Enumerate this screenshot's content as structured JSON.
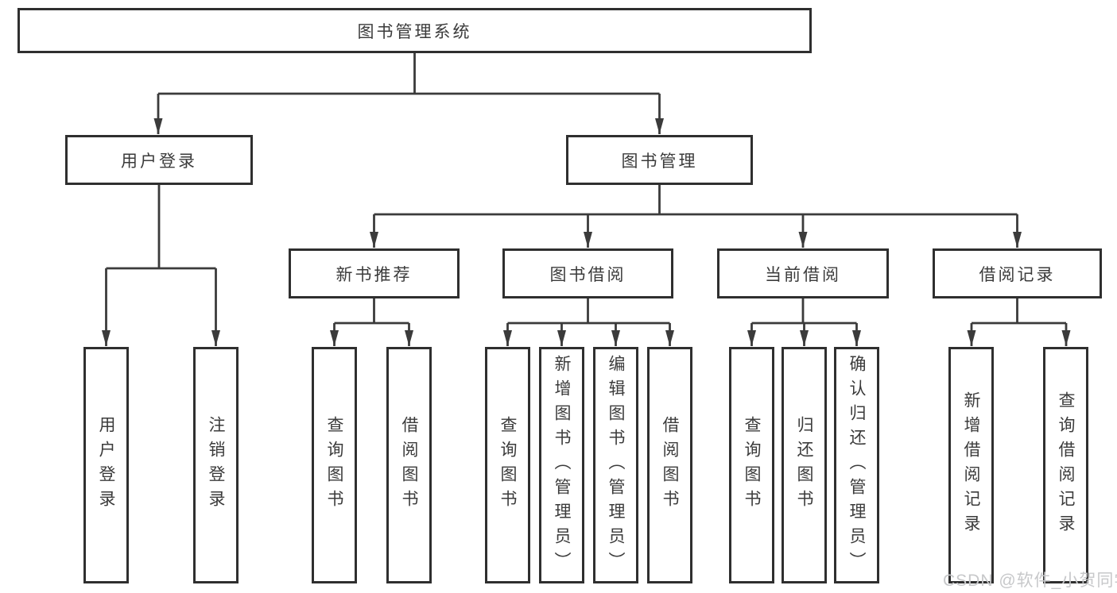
{
  "diagram": {
    "root": {
      "label": "图书管理系统"
    },
    "user_login": {
      "label": "用户登录",
      "children": {
        "login": {
          "label": "用户登录"
        },
        "logout": {
          "label": "注销登录"
        }
      }
    },
    "book_mgmt": {
      "label": "图书管理",
      "children": {
        "new_book_rec": {
          "label": "新书推荐",
          "children": {
            "query_books": {
              "label": "查询图书"
            },
            "borrow_books": {
              "label": "借阅图书"
            }
          }
        },
        "book_borrow": {
          "label": "图书借阅",
          "children": {
            "query_books": {
              "label": "查询图书"
            },
            "add_books": {
              "label": "新增图书（管理员）"
            },
            "edit_books": {
              "label": "编辑图书（管理员）"
            },
            "borrow_books": {
              "label": "借阅图书"
            }
          }
        },
        "current_borrow": {
          "label": "当前借阅",
          "children": {
            "query_books": {
              "label": "查询图书"
            },
            "return_books": {
              "label": "归还图书"
            },
            "confirm_return": {
              "label": "确认归还（管理员）"
            }
          }
        },
        "borrow_records": {
          "label": "借阅记录",
          "children": {
            "add_record": {
              "label": "新增借阅记录"
            },
            "query_record": {
              "label": "查询借阅记录"
            }
          }
        }
      }
    }
  },
  "watermark": {
    "text": "CSDN @软件_小贺同学",
    "color": "#c7c8ca"
  },
  "colors": {
    "line": "#3b3b3b",
    "box_border": "#2f2f2f",
    "text": "#3b3b3b",
    "background": "#ffffff"
  }
}
